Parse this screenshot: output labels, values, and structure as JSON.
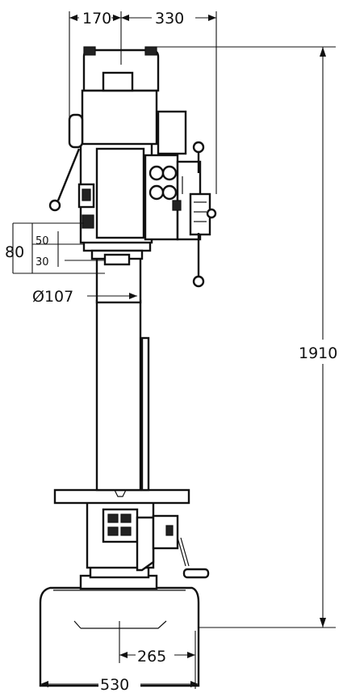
{
  "dimensions": {
    "top_left_width": "170",
    "top_right_width": "330",
    "total_height": "1910",
    "stroke_total": "80",
    "stroke_upper": "50",
    "stroke_lower": "30",
    "spindle_diameter": "Ø107",
    "base_half_width": "265",
    "base_width": "530"
  },
  "colors": {
    "ink": "#111111",
    "paper": "#ffffff"
  }
}
